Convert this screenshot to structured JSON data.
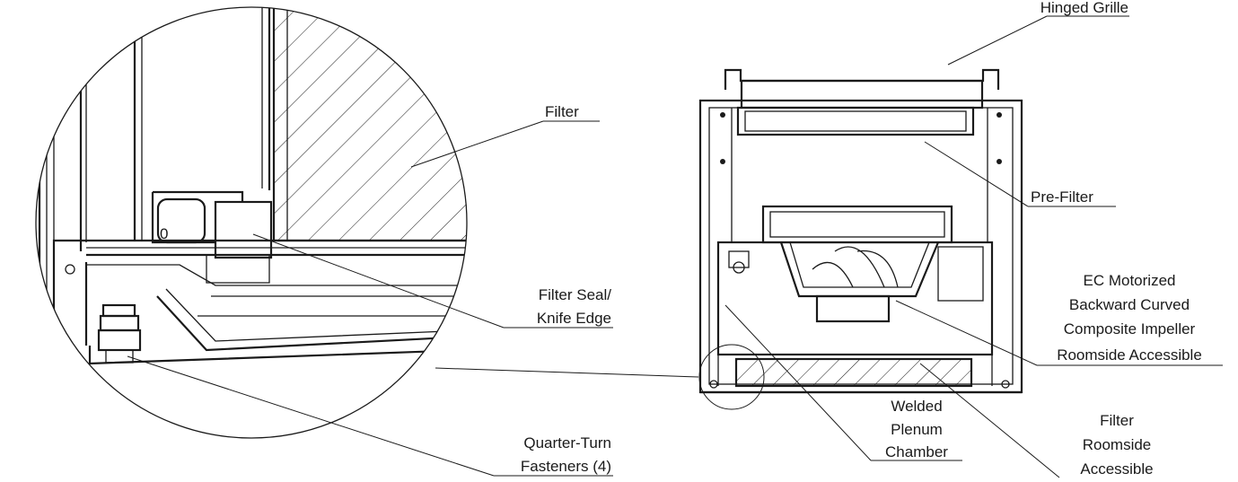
{
  "callouts": {
    "hinged_grille": "Hinged Grille",
    "filter": "Filter",
    "pre_filter": "Pre-Filter",
    "ec_motorized": [
      "EC Motorized",
      "Backward Curved",
      "Composite Impeller",
      "Roomside Accessible"
    ],
    "filter_seal": [
      "Filter Seal/",
      "Knife Edge"
    ],
    "welded_plenum": [
      "Welded",
      "Plenum",
      "Chamber"
    ],
    "filter_roomside": [
      "Filter",
      "Roomside",
      "Accessible"
    ],
    "quarter_turn": [
      "Quarter-Turn",
      "Fasteners (4)"
    ]
  },
  "colors": {
    "line": "#1a1a1a",
    "background": "#ffffff"
  }
}
